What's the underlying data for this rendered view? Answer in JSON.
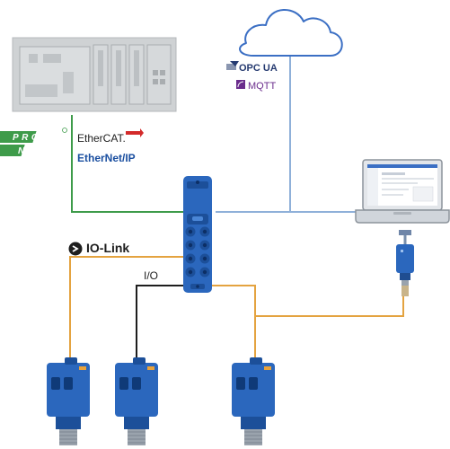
{
  "protocols": {
    "profinet_line1": "PROFI",
    "profinet_line2": "NET",
    "ethercat": "EtherCAT.",
    "ethernetip": "EtherNet/IP",
    "opcua": "OPC UA",
    "mqtt": "MQTT"
  },
  "links": {
    "iolink": "IO-Link",
    "io": "I/O"
  },
  "colors": {
    "profinet_green": "#3e9b4a",
    "ethernet_blue": "#8fb0d9",
    "iolink_orange": "#e4a340",
    "io_black": "#1e1e1e",
    "device_blue": "#2b67bd",
    "opcua_navy": "#253a70",
    "mqtt_purple": "#6a2c8c",
    "ethernetip_blue": "#1b4fa0"
  },
  "icons": [
    "cloud-icon",
    "plc-controller-icon",
    "laptop-icon",
    "usb-iolink-master-icon",
    "io-link-hub-icon",
    "photoelectric-sensor-icon"
  ]
}
